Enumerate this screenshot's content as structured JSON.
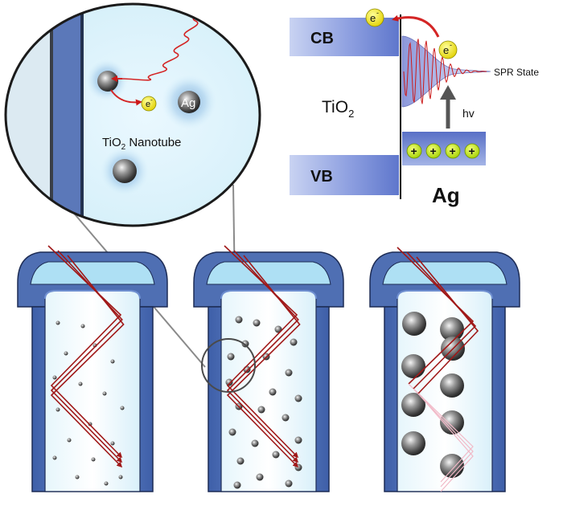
{
  "zoom_inset": {
    "particle_label": "Ag",
    "tube_label_prefix": "TiO",
    "tube_label_sub": "2",
    "tube_label_suffix": " Nanotube",
    "electron_label": "e",
    "electron_sup": "-"
  },
  "band_diagram": {
    "cb_label": "CB",
    "vb_label": "VB",
    "material_prefix": "TiO",
    "material_sub": "2",
    "spr_label": "SPR State",
    "photon_label": "hv",
    "metal_label": "Ag",
    "electron_label": "e",
    "electron_sup": "-",
    "hole_symbol": "+",
    "hole_count": 4
  },
  "tubes": [
    {
      "particle_size": "small"
    },
    {
      "particle_size": "medium"
    },
    {
      "particle_size": "large"
    }
  ]
}
